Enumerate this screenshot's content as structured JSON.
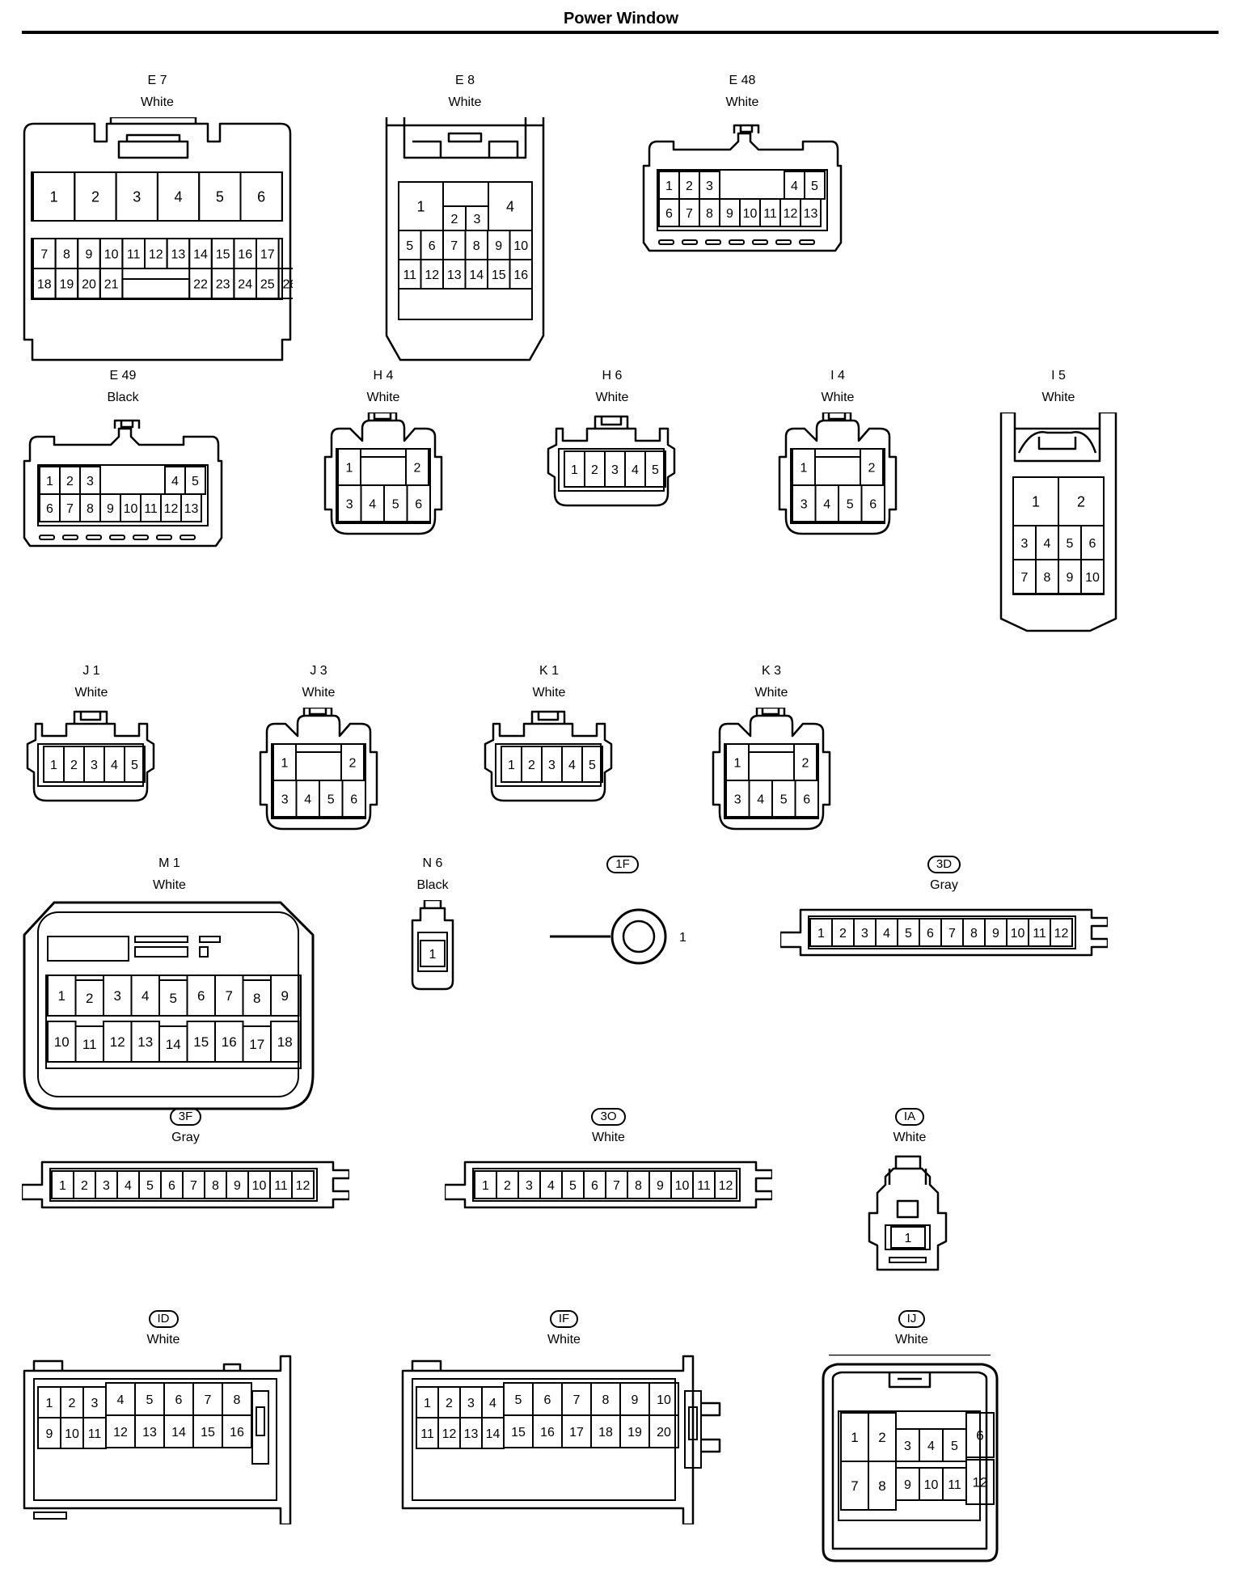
{
  "page": {
    "title": "Power Window"
  },
  "connectors": [
    {
      "id": "e7",
      "code": "E 7",
      "color": "White",
      "badge": false
    },
    {
      "id": "e8",
      "code": "E 8",
      "color": "White",
      "badge": false
    },
    {
      "id": "e48",
      "code": "E 48",
      "color": "White",
      "badge": false
    },
    {
      "id": "e49",
      "code": "E 49",
      "color": "Black",
      "badge": false
    },
    {
      "id": "h4",
      "code": "H 4",
      "color": "White",
      "badge": false
    },
    {
      "id": "h6",
      "code": "H 6",
      "color": "White",
      "badge": false
    },
    {
      "id": "i4",
      "code": "I 4",
      "color": "White",
      "badge": false
    },
    {
      "id": "i5",
      "code": "I 5",
      "color": "White",
      "badge": false
    },
    {
      "id": "j1",
      "code": "J 1",
      "color": "White",
      "badge": false
    },
    {
      "id": "j3",
      "code": "J 3",
      "color": "White",
      "badge": false
    },
    {
      "id": "k1",
      "code": "K 1",
      "color": "White",
      "badge": false
    },
    {
      "id": "k3",
      "code": "K 3",
      "color": "White",
      "badge": false
    },
    {
      "id": "m1",
      "code": "M 1",
      "color": "White",
      "badge": false
    },
    {
      "id": "n6",
      "code": "N 6",
      "color": "Black",
      "badge": false
    },
    {
      "id": "c1f",
      "code": "1F",
      "color": "",
      "badge": true,
      "terminal_label": "1"
    },
    {
      "id": "c3d",
      "code": "3D",
      "color": "Gray",
      "badge": true
    },
    {
      "id": "c3f",
      "code": "3F",
      "color": "Gray",
      "badge": true
    },
    {
      "id": "c3o",
      "code": "3O",
      "color": "White",
      "badge": true
    },
    {
      "id": "cia",
      "code": "IA",
      "color": "White",
      "badge": true
    },
    {
      "id": "cid",
      "code": "ID",
      "color": "White",
      "badge": true
    },
    {
      "id": "cif",
      "code": "IF",
      "color": "White",
      "badge": true
    },
    {
      "id": "cij",
      "code": "IJ",
      "color": "White",
      "badge": true
    }
  ]
}
